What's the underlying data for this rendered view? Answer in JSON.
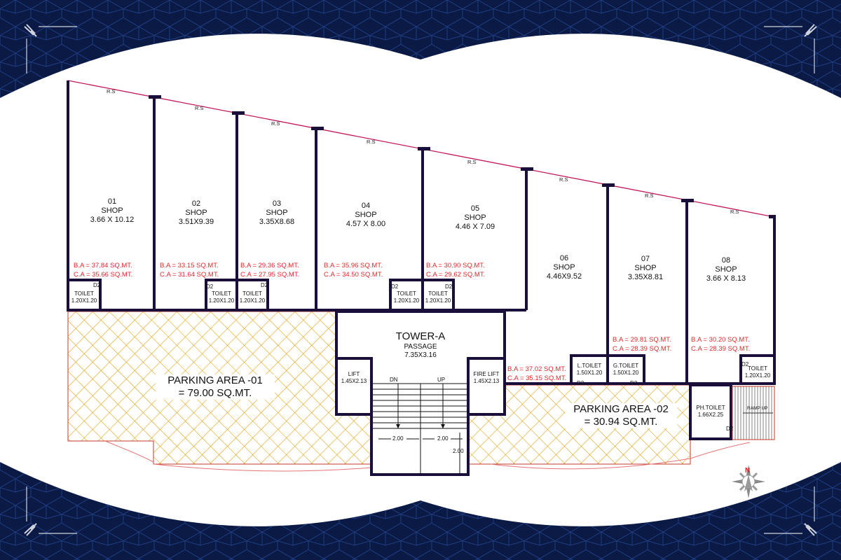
{
  "plan": {
    "tower": {
      "title": "TOWER-A",
      "passage_label": "PASSAGE",
      "passage_size": "7.35X3.16"
    },
    "road_side_label": "R.S",
    "door_label": "D2",
    "shops": [
      {
        "number": "01",
        "type": "SHOP",
        "size": "3.66 X 10.12",
        "ba": "B.A = 37.84 SQ.MT.",
        "ca": "C.A = 35.66 SQ.MT."
      },
      {
        "number": "02",
        "type": "SHOP",
        "size": "3.51X9.39",
        "ba": "B.A = 33.15 SQ.MT.",
        "ca": "C.A = 31.64 SQ.MT."
      },
      {
        "number": "03",
        "type": "SHOP",
        "size": "3.35X8.68",
        "ba": "B.A = 29.36 SQ.MT.",
        "ca": "C.A = 27.95 SQ.MT."
      },
      {
        "number": "04",
        "type": "SHOP",
        "size": "4.57 X 8.00",
        "ba": "B.A = 35.96 SQ.MT.",
        "ca": "C.A = 34.50 SQ.MT."
      },
      {
        "number": "05",
        "type": "SHOP",
        "size": "4.46 X 7.09",
        "ba": "B.A = 30.90 SQ.MT.",
        "ca": "C.A = 29.62 SQ.MT."
      },
      {
        "number": "06",
        "type": "SHOP",
        "size": "4.46X9.52",
        "ba": "B.A = 37.02 SQ.MT.",
        "ca": "C.A = 35.15 SQ.MT."
      },
      {
        "number": "07",
        "type": "SHOP",
        "size": "3.35X8.81",
        "ba": "B.A = 29.81 SQ.MT.",
        "ca": "C.A = 28.39 SQ.MT."
      },
      {
        "number": "08",
        "type": "SHOP",
        "size": "3.66 X 8.13",
        "ba": "B.A = 30.20 SQ.MT.",
        "ca": "C.A = 28.39 SQ.MT."
      }
    ],
    "toilets": {
      "standard": {
        "label": "TOILET",
        "size": "1.20X1.20"
      },
      "ladies": {
        "label": "L.TOILET",
        "size": "1.50X1.20"
      },
      "gents": {
        "label": "G.TOILET",
        "size": "1.50X1.20"
      },
      "ph": {
        "label": "PH.TOILET",
        "size": "1.66X2.25"
      }
    },
    "lift": {
      "label": "LIFT",
      "size": "1.45X2.13"
    },
    "fire_lift": {
      "label": "FIRE LIFT",
      "size": "1.45X2.13"
    },
    "stairs": {
      "down": "DN",
      "up": "UP",
      "dim_width_1": "2.00",
      "dim_width_2": "2.00",
      "dim_depth": "2.00"
    },
    "ramp": {
      "label": "RAMP UP"
    },
    "parking": [
      {
        "name": "PARKING AREA -01",
        "area": "=  79.00 SQ.MT."
      },
      {
        "name": "PARKING AREA -02",
        "area": "=  30.94 SQ.MT."
      }
    ],
    "compass": {
      "north_label": "N"
    }
  },
  "colors": {
    "frame_bg": "#0b1a45",
    "wall": "#1a0f3a",
    "area_text": "#e8252b",
    "hatch": "#e0a820",
    "boundary": "#d32f2f"
  }
}
